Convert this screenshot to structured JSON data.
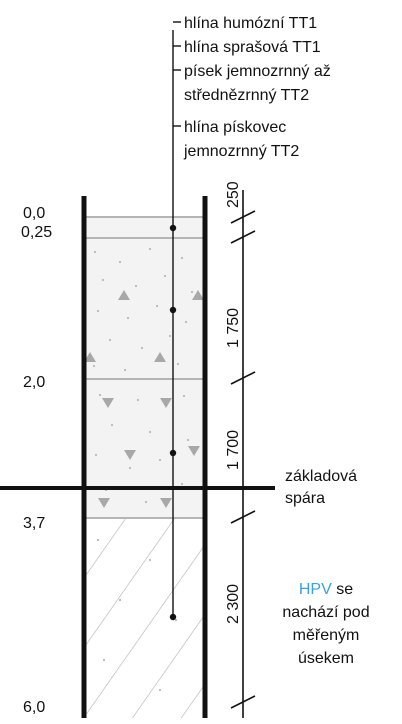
{
  "legend": {
    "line1": "hlína humózní TT1",
    "line2": "hlína sprašová TT1",
    "line3a": "písek jemnozrnný až",
    "line3b": "střednězrnný TT2",
    "line4a": "hlína pískovec",
    "line4b": "jemnozrnný TT2"
  },
  "depths": {
    "d0": "0,0",
    "d1": "0,25",
    "d2": "2,0",
    "d3": "3,7",
    "d4": "6,0"
  },
  "dimensions": {
    "dim1": "250",
    "dim2": "1 750",
    "dim3": "1 700",
    "dim4": "2 300"
  },
  "foundation": {
    "line1": "základová",
    "line2": "spára"
  },
  "hpv": {
    "accent": "HPV",
    "rest1": " se",
    "line2": "nachází pod",
    "line3": "měřeným",
    "line4": "úsekem"
  },
  "colors": {
    "accent": "#3aa0e6",
    "layer_line": "#aaaaaa",
    "wall": "#111111"
  }
}
